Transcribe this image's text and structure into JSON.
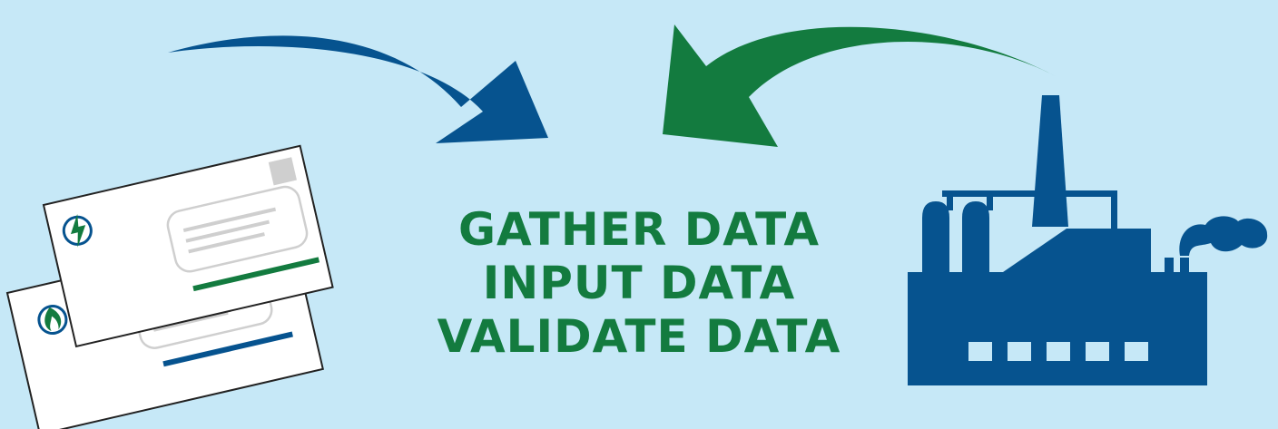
{
  "steps": [
    "GATHER DATA",
    "INPUT DATA",
    "VALIDATE DATA"
  ],
  "colors": {
    "background": "#c6e8f7",
    "blue": "#06538f",
    "green": "#137b3f",
    "envelope_paper": "#ffffff",
    "envelope_line": "#222222",
    "placeholder_gray": "#cfcfcf"
  },
  "icons": {
    "bills": "utility-bill-envelope-icon",
    "electric": "lightning-bolt-icon",
    "gas": "gas-flame-icon",
    "facility": "factory-icon"
  }
}
